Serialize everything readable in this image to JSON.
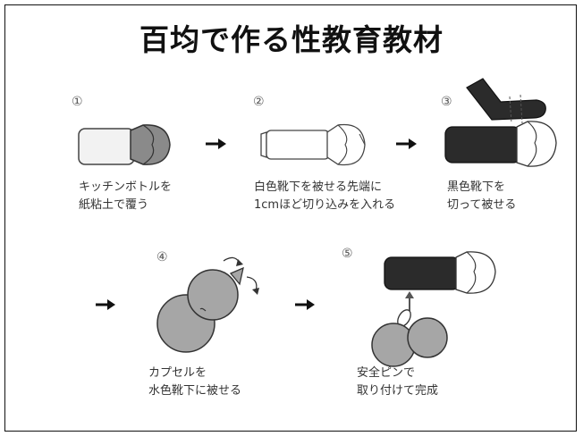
{
  "title": "百均で作る性教育教材",
  "steps": [
    {
      "num": "①",
      "caption": "キッチンボトルを\n紙粘土で覆う"
    },
    {
      "num": "②",
      "caption": "白色靴下を被せる先端に\n1cmほど切り込みを入れる"
    },
    {
      "num": "③",
      "caption": "黒色靴下を\n切って被せる"
    },
    {
      "num": "④",
      "caption": "カプセルを\n水色靴下に被せる"
    },
    {
      "num": "⑤",
      "caption": "安全ピンで\n取り付けて完成"
    }
  ]
}
